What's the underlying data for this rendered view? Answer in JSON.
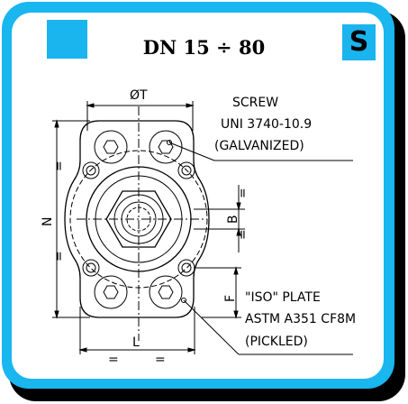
{
  "title": "DN 15 ÷ 80",
  "badge": "S",
  "labels": {
    "phi_t": "ØT",
    "screw_line1": "SCREW",
    "screw_line2": "UNI 3740-10.9",
    "screw_line3": "(GALVANIZED)",
    "plate_line1": "\"ISO\" PLATE",
    "plate_line2": "ASTM A351 CF8M",
    "plate_line3": "(PICKLED)",
    "n": "N",
    "l": "L",
    "b": "B",
    "f": "F",
    "equal": "="
  },
  "colors": {
    "frame": "#19b6f0",
    "accent": "#1ab4ef",
    "shadow": "#000000"
  }
}
